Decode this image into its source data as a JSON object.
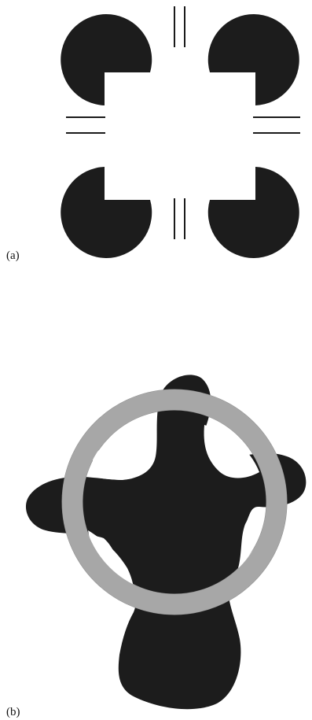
{
  "figure": {
    "panels": [
      {
        "id": "a",
        "label": "(a)"
      },
      {
        "id": "b",
        "label": "(b)"
      }
    ]
  },
  "colors": {
    "shape_fill": "#1c1c1c",
    "ring_fill": "#a7a7a7",
    "ring_edge": "#8e8e8e",
    "line_stroke": "#1a1a1a",
    "background": "#ffffff"
  },
  "icons": {
    "pacman_disc": "pacman-disc-icon",
    "line_pair": "parallel-lines-icon",
    "blob": "cross-blob-icon",
    "ring": "ring-occluder-icon"
  }
}
